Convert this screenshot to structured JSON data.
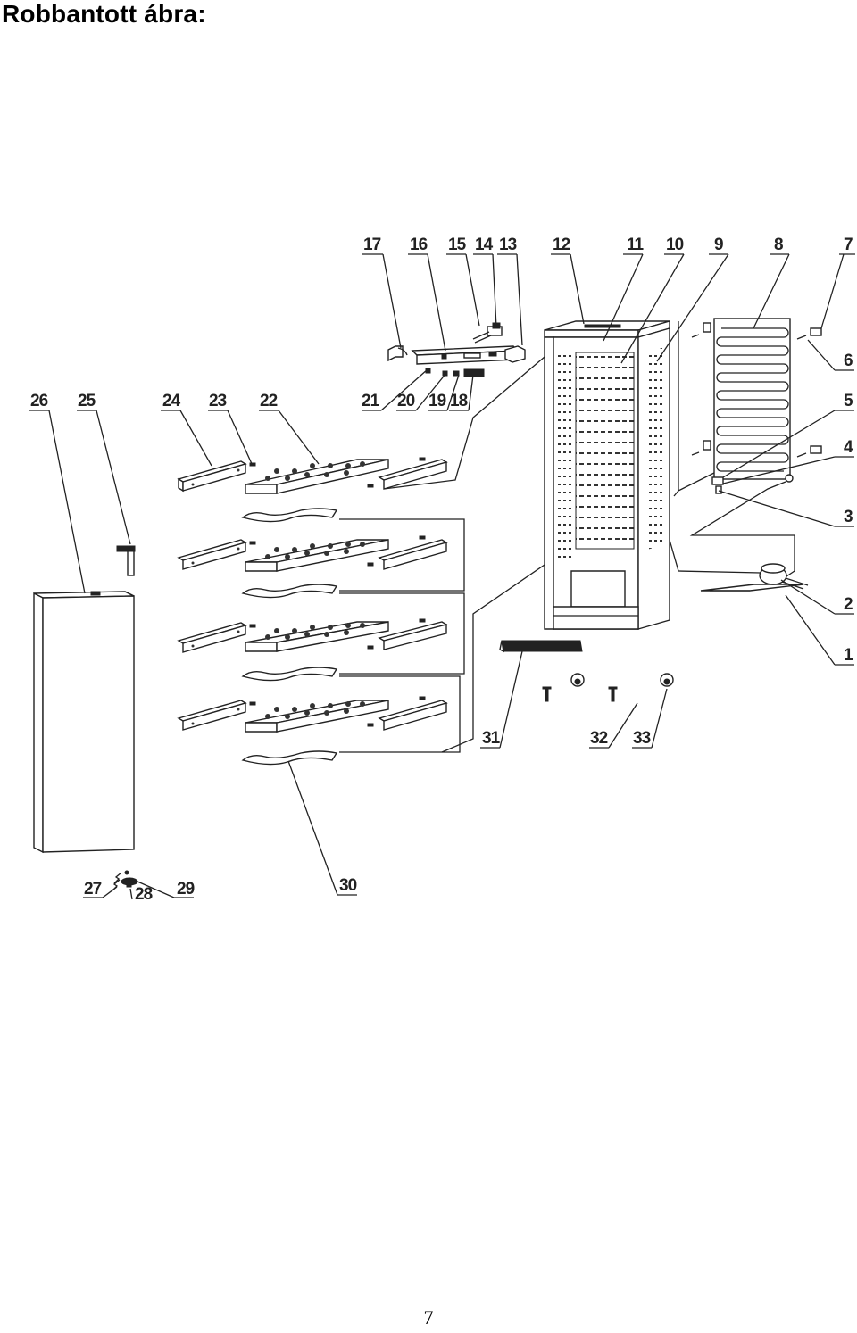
{
  "page": {
    "title": "Robbantott ábra:",
    "page_number": "7"
  },
  "callouts": {
    "c1": "1",
    "c2": "2",
    "c3": "3",
    "c4": "4",
    "c5": "5",
    "c6": "6",
    "c7": "7",
    "c8": "8",
    "c9": "9",
    "c10": "10",
    "c11": "11",
    "c12": "12",
    "c13": "13",
    "c14": "14",
    "c15": "15",
    "c16": "16",
    "c17": "17",
    "c18": "18",
    "c19": "19",
    "c20": "20",
    "c21": "21",
    "c22": "22",
    "c23": "23",
    "c24": "24",
    "c25": "25",
    "c26": "26",
    "c27": "27",
    "c28": "28",
    "c29": "29",
    "c30": "30",
    "c31": "31",
    "c32": "32",
    "c33": "33"
  }
}
